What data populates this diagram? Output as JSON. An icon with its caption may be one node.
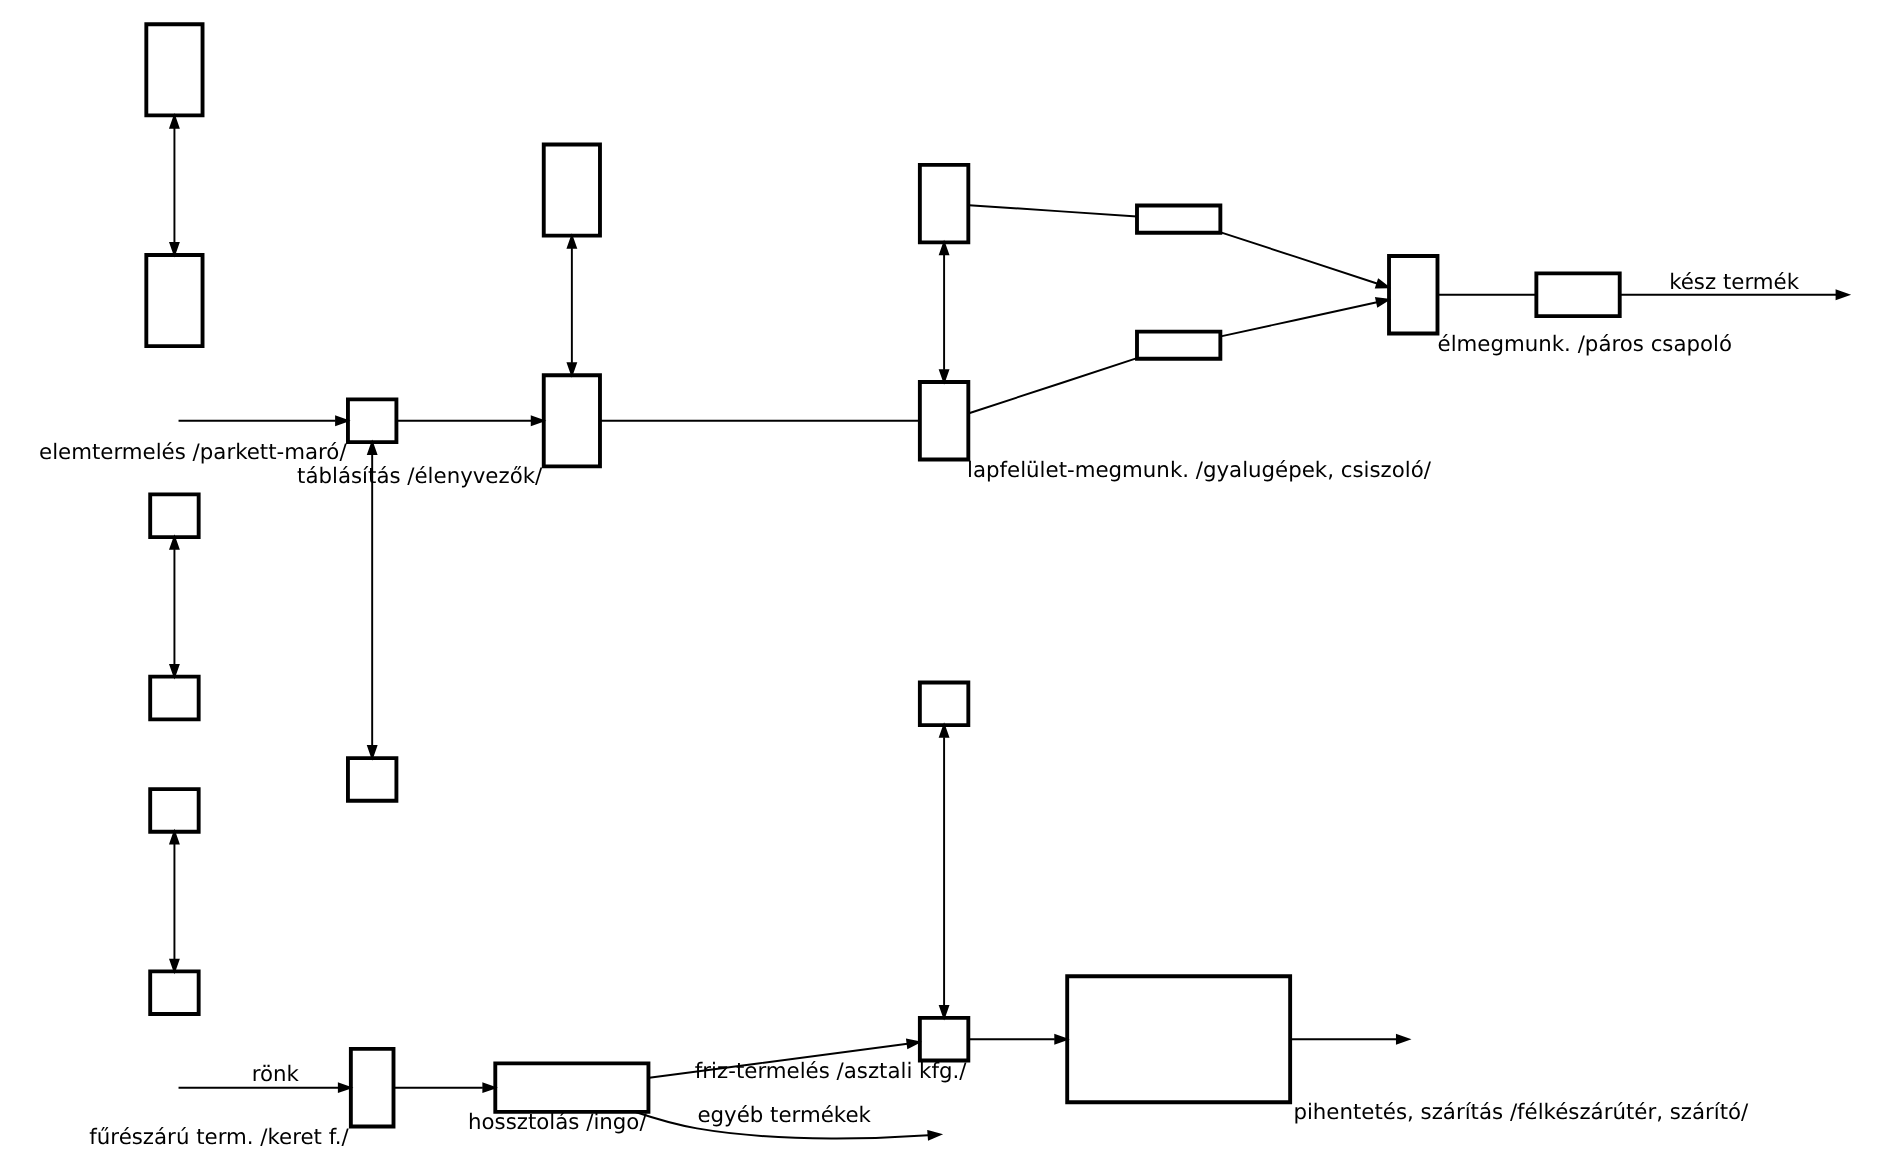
{
  "diagram": {
    "nodes": [
      {
        "text": [],
        "shape": "box",
        "beside": [
          "fűrészárú term. /keret f./"
        ]
      },
      {
        "text": [],
        "shape": "box",
        "beside": [
          "hossztolás /ingo/"
        ]
      },
      {
        "text": [],
        "shape": "box",
        "beside": [
          "friz-termelés /asztali kfg./"
        ]
      },
      {
        "text": [],
        "shape": "box"
      },
      {
        "text": [],
        "shape": "box"
      },
      {
        "text": [],
        "shape": "box"
      },
      {
        "text": [],
        "shape": "box"
      },
      {
        "text": [],
        "shape": "box"
      },
      {
        "text": [],
        "shape": "box",
        "beside": [
          "pihentetés, szárítás /félkészárútér, szárító/"
        ]
      },
      {
        "text": [],
        "shape": "box",
        "beside": [
          "elemtermelés /parkett-maró/"
        ]
      },
      {
        "text": [],
        "shape": "box"
      },
      {
        "text": [],
        "shape": "box",
        "beside": [
          "táblásítás /élenyvezők/"
        ]
      },
      {
        "text": [],
        "shape": "box"
      },
      {
        "text": [],
        "shape": "box"
      },
      {
        "text": [],
        "shape": "box"
      },
      {
        "text": [],
        "shape": "box",
        "beside": [
          "lapfelület-megmunk. /gyalugépek, csiszoló/"
        ]
      },
      {
        "text": [],
        "shape": "box"
      },
      {
        "text": [],
        "shape": "box"
      },
      {
        "text": [],
        "shape": "box"
      },
      {
        "text": [],
        "shape": "box",
        "beside": [
          "élmegmunk. /páros csapoló"
        ]
      },
      {
        "text": [],
        "shape": "box"
      }
    ],
    "edges": [
      {
        "from": null,
        "to": 0,
        "arrow": "to",
        "label": "rönk"
      },
      {
        "from": 0,
        "to": 1,
        "arrow": "to"
      },
      {
        "from": 1,
        "to": null,
        "arrow": "to",
        "label": "egyéb termékek"
      },
      {
        "from": 1,
        "to": 2,
        "arrow": "to"
      },
      {
        "from": 2,
        "to": 5,
        "arrow": "both"
      },
      {
        "from": 3,
        "to": 6,
        "arrow": "both"
      },
      {
        "from": 4,
        "to": 7,
        "arrow": "both"
      },
      {
        "from": 2,
        "to": 8,
        "arrow": "to"
      },
      {
        "from": 8,
        "to": null,
        "arrow": "to"
      },
      {
        "from": null,
        "to": 9,
        "arrow": "to"
      },
      {
        "from": 9,
        "to": 10,
        "arrow": "both"
      },
      {
        "from": 9,
        "to": 11,
        "arrow": "to"
      },
      {
        "from": 11,
        "to": 13,
        "arrow": "both"
      },
      {
        "from": 12,
        "to": 14,
        "arrow": "both"
      },
      {
        "from": 11,
        "to": 15,
        "arrow": "none"
      },
      {
        "from": 15,
        "to": 16,
        "arrow": "both"
      },
      {
        "from": 15,
        "to": 17,
        "arrow": "none"
      },
      {
        "from": 16,
        "to": 18,
        "arrow": "none"
      },
      {
        "from": 17,
        "to": 19,
        "arrow": "to"
      },
      {
        "from": 18,
        "to": 19,
        "arrow": "to"
      },
      {
        "from": 19,
        "to": 20,
        "arrow": "none"
      },
      {
        "from": 20,
        "to": null,
        "arrow": "to",
        "label": "kész termék"
      }
    ]
  }
}
